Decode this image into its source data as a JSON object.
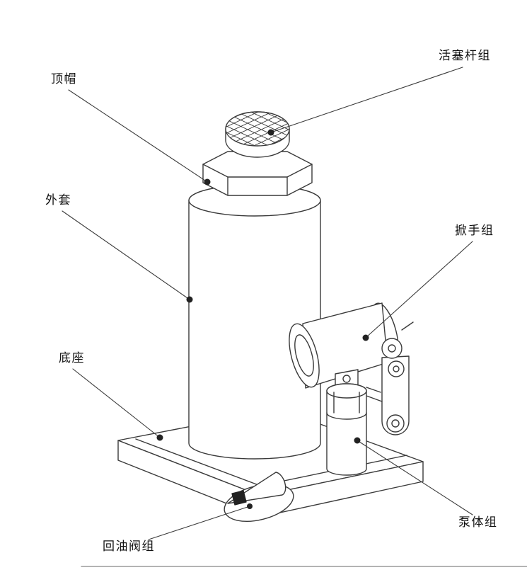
{
  "page": {
    "background": "#ffffff",
    "line_color": "#3a3a3a",
    "text_color": "#111111"
  },
  "diagram": {
    "labels": [
      {
        "id": "piston-rod-assembly",
        "text": "活塞杆组"
      },
      {
        "id": "top-cap",
        "text": "顶帽"
      },
      {
        "id": "outer-sleeve",
        "text": "外套"
      },
      {
        "id": "handle-assembly",
        "text": "掀手组"
      },
      {
        "id": "base",
        "text": "底座"
      },
      {
        "id": "pump-body-assembly",
        "text": "泵体组"
      },
      {
        "id": "return-oil-valve-assembly",
        "text": "回油阀组"
      }
    ]
  }
}
